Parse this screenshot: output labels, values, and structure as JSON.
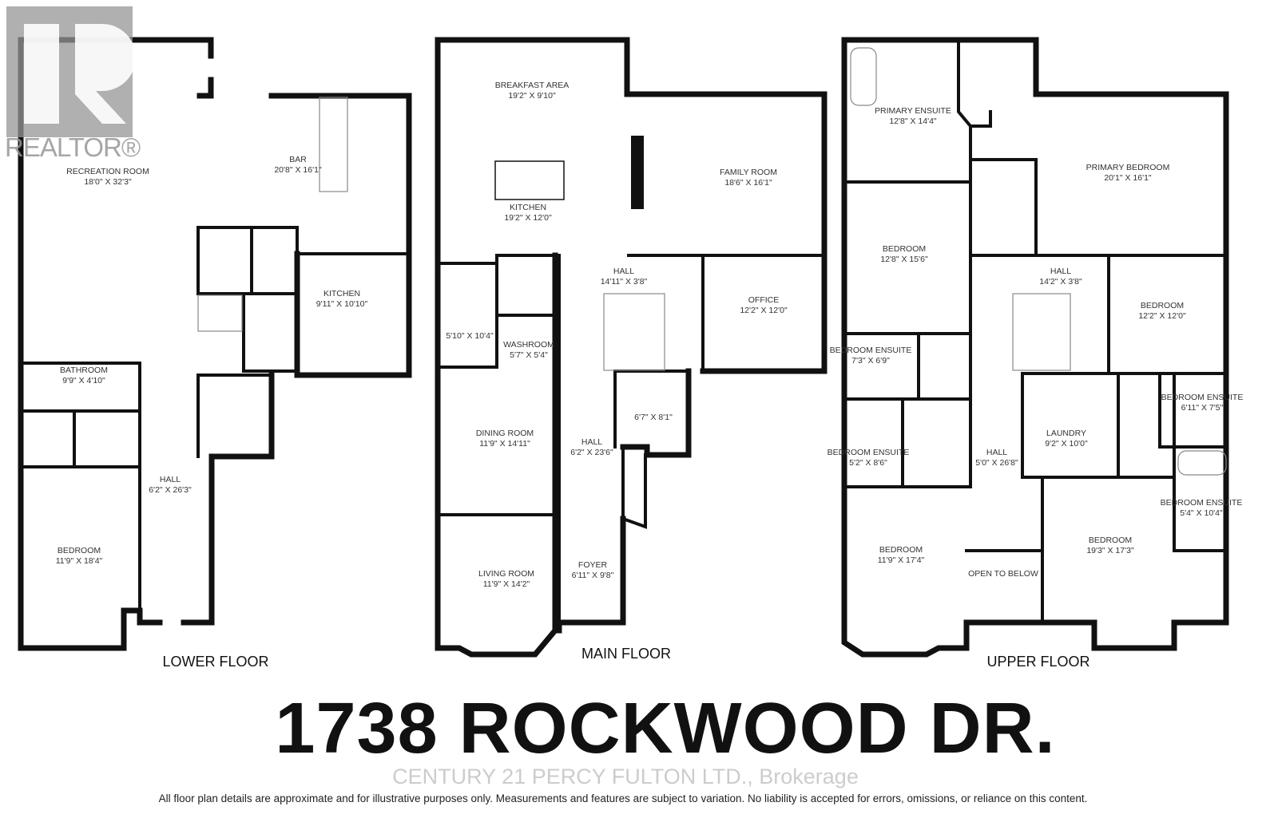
{
  "logo": {
    "text": "REALTOR®",
    "color": "#969696"
  },
  "floors": [
    {
      "title": "LOWER FLOOR",
      "rooms": [
        {
          "name": "RECREATION ROOM",
          "dims": "18'0\" X 32'3\""
        },
        {
          "name": "BAR",
          "dims": "20'8\" X 16'1\""
        },
        {
          "name": "KITCHEN",
          "dims": "9'11\" X 10'10\""
        },
        {
          "name": "BATHROOM",
          "dims": "9'9\" X 4'10\""
        },
        {
          "name": "HALL",
          "dims": "6'2\" X 26'3\""
        },
        {
          "name": "BEDROOM",
          "dims": "11'9\" X 18'4\""
        }
      ]
    },
    {
      "title": "MAIN FLOOR",
      "rooms": [
        {
          "name": "BREAKFAST AREA",
          "dims": "19'2\" X 9'10\""
        },
        {
          "name": "KITCHEN",
          "dims": "19'2\" X 12'0\""
        },
        {
          "name": "FAMILY ROOM",
          "dims": "18'6\" X 16'1\""
        },
        {
          "name": "HALL",
          "dims": "14'11\" X 3'8\""
        },
        {
          "name": "OFFICE",
          "dims": "12'2\" X 12'0\""
        },
        {
          "name": "",
          "dims": "5'10\" X 10'4\""
        },
        {
          "name": "WASHROOM",
          "dims": "5'7\" X 5'4\""
        },
        {
          "name": "DINING ROOM",
          "dims": "11'9\" X 14'11\""
        },
        {
          "name": "HALL",
          "dims": "6'2\" X 23'6\""
        },
        {
          "name": "",
          "dims": "6'7\" X 8'1\""
        },
        {
          "name": "LIVING ROOM",
          "dims": "11'9\" X 14'2\""
        },
        {
          "name": "FOYER",
          "dims": "6'11\" X 9'8\""
        }
      ]
    },
    {
      "title": "UPPER FLOOR",
      "rooms": [
        {
          "name": "PRIMARY ENSUITE",
          "dims": "12'8\" X 14'4\""
        },
        {
          "name": "PRIMARY BEDROOM",
          "dims": "20'1\" X 16'1\""
        },
        {
          "name": "BEDROOM",
          "dims": "12'8\" X 15'6\""
        },
        {
          "name": "HALL",
          "dims": "14'2\" X 3'8\""
        },
        {
          "name": "BEDROOM",
          "dims": "12'2\" X 12'0\""
        },
        {
          "name": "BEDROOM ENSUITE",
          "dims": "7'3\" X 6'9\""
        },
        {
          "name": "BEDROOM ENSUITE",
          "dims": "6'11\" X 7'5\""
        },
        {
          "name": "LAUNDRY",
          "dims": "9'2\" X 10'0\""
        },
        {
          "name": "BEDROOM ENSUITE",
          "dims": "5'2\" X 8'6\""
        },
        {
          "name": "HALL",
          "dims": "5'0\" X 26'8\""
        },
        {
          "name": "BEDROOM ENSUITE",
          "dims": "5'4\" X 10'4\""
        },
        {
          "name": "BEDROOM",
          "dims": "11'9\" X 17'4\""
        },
        {
          "name": "OPEN TO BELOW",
          "dims": ""
        },
        {
          "name": "BEDROOM",
          "dims": "19'3\" X 17'3\""
        }
      ]
    }
  ],
  "address": "1738 ROCKWOOD DR.",
  "watermark": "CENTURY 21 PERCY FULTON LTD., Brokerage",
  "disclaimer": "All floor plan details are approximate and for illustrative purposes only. Measurements and features are subject to variation. No liability is accepted for errors, omissions, or reliance on this content."
}
